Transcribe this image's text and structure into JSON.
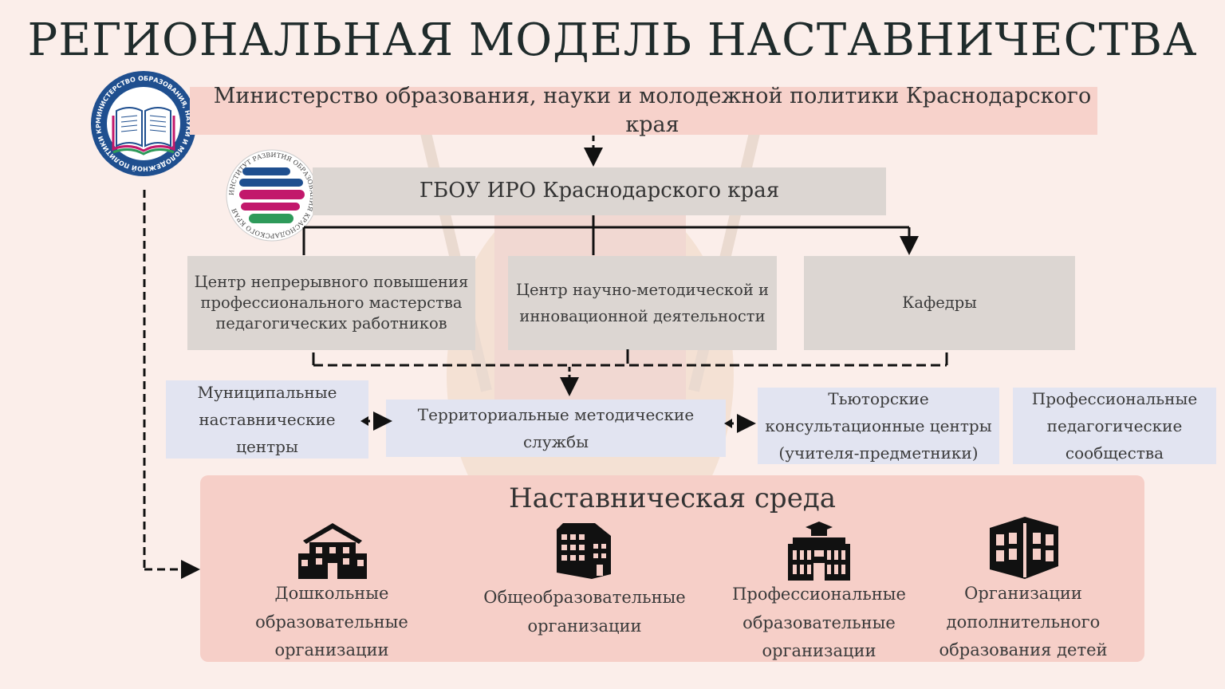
{
  "title": "РЕГИОНАЛЬНАЯ МОДЕЛЬ НАСТАВНИЧЕСТВА",
  "ministry": "Министерство образования, науки и молодежной политики Краснодарского края",
  "ministry_logo_text": "МИНИСТЕРСТВО ОБРАЗОВАНИЯ, НАУКИ И МОЛОДЕЖНОЙ ПОЛИТИКИ КРАСНОДАРСКОГО КРАЯ",
  "iro_logo_text": "ИНСТИТУТ РАЗВИТИЯ ОБРАЗОВАНИЯ КРАСНОДАРСКОГО КРАЯ",
  "gbou": "ГБОУ ИРО Краснодарского края",
  "centers": [
    "Центр непрерывного повышения профессионального мастерства педагогических работников",
    "Центр научно-методической и инновационной деятельности",
    "Кафедры"
  ],
  "services": {
    "municipal": "Муниципальные наставнические центры",
    "territorial": "Территориальные методические службы",
    "tutor": "Тьюторские консультационные центры (учителя-предметники)",
    "communities": "Профессиональные педагогические сообщества"
  },
  "environment": {
    "title": "Наставническая среда",
    "orgs": [
      {
        "label": "Дошкольные образовательные организации",
        "icon": "kindergarten-building-icon"
      },
      {
        "label": "Общеобразовательные организации",
        "icon": "school-building-icon"
      },
      {
        "label": "Профессиональные образовательные организации",
        "icon": "college-building-icon"
      },
      {
        "label": "Организации дополнительного образования детей",
        "icon": "additional-education-building-icon"
      }
    ]
  },
  "colors": {
    "background": "#fbeeea",
    "ministry_box": "#f7d2cb",
    "gray_box": "#dcd6d2",
    "blue_box": "#e2e4f1",
    "environment_box": "#f6cfc8",
    "logo_blue": "#1f4f8f",
    "logo_magenta": "#c2186b",
    "logo_green": "#2e9a5a"
  }
}
